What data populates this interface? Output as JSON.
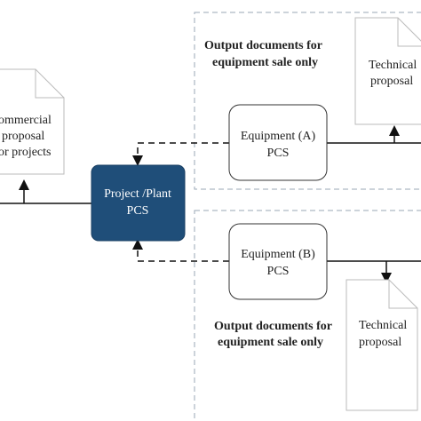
{
  "colors": {
    "project_box_fill": "#1f4e79",
    "project_box_text": "#ffffff",
    "line": "#111111",
    "dashed_region": "#9aa7b5",
    "doc_border": "#bbbbbb"
  },
  "output_documents_top": {
    "line1": "Output documents for",
    "line2": "equipment sale only"
  },
  "output_documents_bottom": {
    "line1": "Output documents for",
    "line2": "equipment sale only"
  },
  "commercial_proposal": {
    "line1": "ommercial",
    "line2": "proposal",
    "line3": "or projects"
  },
  "technical_proposal_top": {
    "line1": "Technical",
    "line2": "proposal"
  },
  "technical_proposal_bottom": {
    "line1": "Technical",
    "line2": "proposal"
  },
  "project_plant_pcs": {
    "line1": "Project /Plant",
    "line2": "PCS"
  },
  "equipment_a_pcs": {
    "line1": "Equipment (A)",
    "line2": "PCS"
  },
  "equipment_b_pcs": {
    "line1": "Equipment (B)",
    "line2": "PCS"
  }
}
